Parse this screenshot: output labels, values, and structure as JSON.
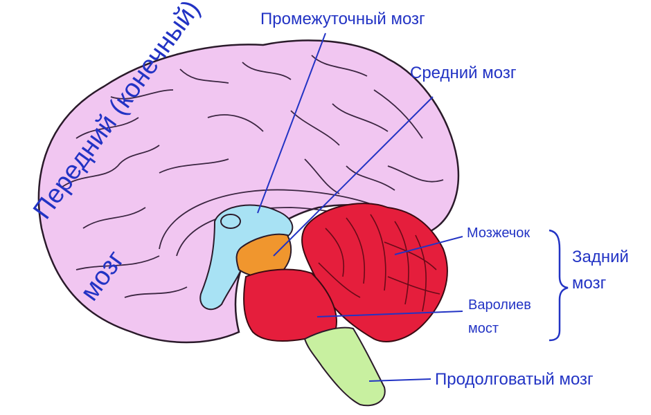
{
  "labels": {
    "diencephalon": "Промежуточный мозг",
    "midbrain": "Средний мозг",
    "forebrain_line1": "Передний (конечный)",
    "forebrain_line2": "мозг",
    "cerebellum": "Мозжечок",
    "pons_line1": "Варолиев",
    "pons_line2": "мост",
    "hindbrain_line1": "Задний",
    "hindbrain_line2": "мозг",
    "medulla": "Продолговатый мозг"
  },
  "colors": {
    "cerebrum": "#f1c6f1",
    "cerebrum_outline": "#2a1a2a",
    "diencephalon": "#a8e2f4",
    "midbrain": "#f0962e",
    "cerebellum": "#e51e3c",
    "pons": "#e51e3c",
    "medulla": "#c8f0a0",
    "label_text": "#2233c4"
  }
}
